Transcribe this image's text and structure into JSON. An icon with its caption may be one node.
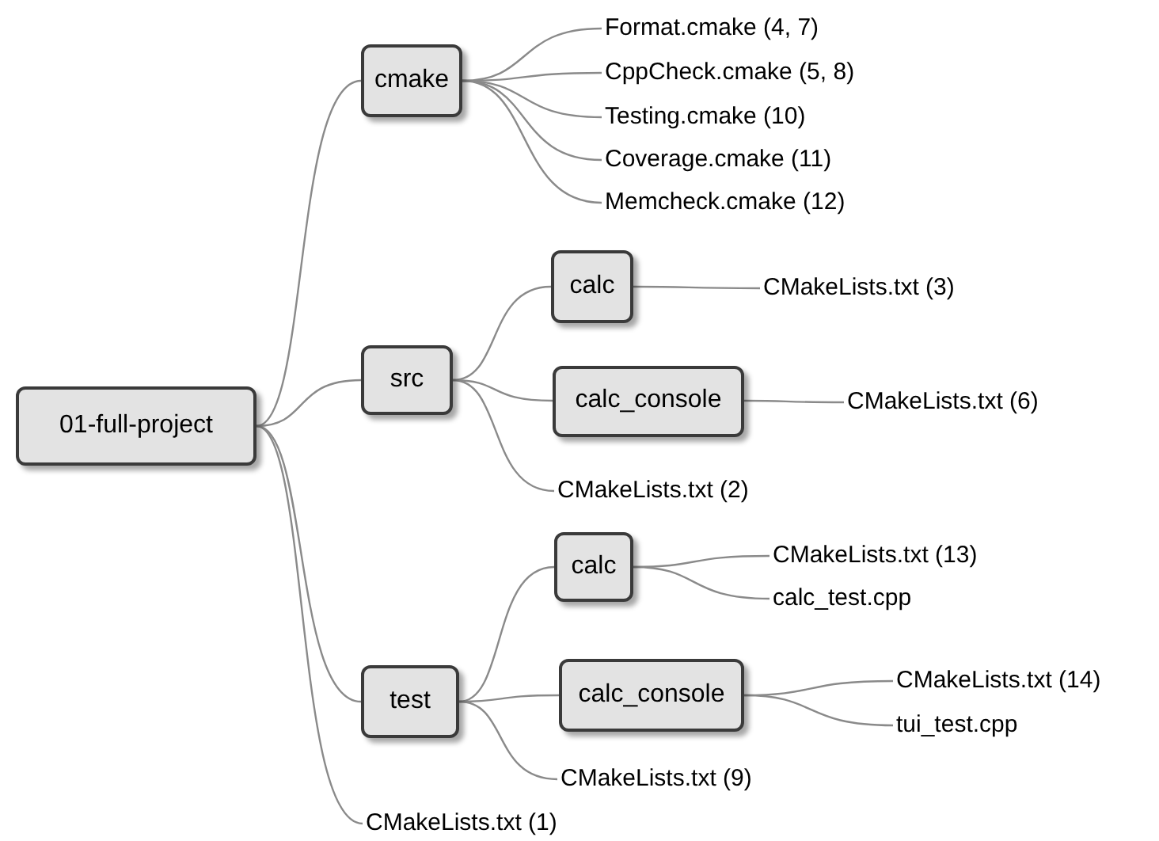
{
  "diagram": {
    "nodes": [
      {
        "text": [
          "01-full-project"
        ]
      },
      {
        "text": [
          "cmake"
        ]
      },
      {
        "text": [
          "Format.cmake (4, 7)"
        ]
      },
      {
        "text": [
          "CppCheck.cmake (5, 8)"
        ]
      },
      {
        "text": [
          "Testing.cmake (10)"
        ]
      },
      {
        "text": [
          "Coverage.cmake (11)"
        ]
      },
      {
        "text": [
          "Memcheck.cmake (12)"
        ]
      },
      {
        "text": [
          "src"
        ]
      },
      {
        "text": [
          "calc"
        ]
      },
      {
        "text": [
          "CMakeLists.txt (3)"
        ]
      },
      {
        "text": [
          "calc_console"
        ]
      },
      {
        "text": [
          "CMakeLists.txt (6)"
        ]
      },
      {
        "text": [
          "CMakeLists.txt (2)"
        ]
      },
      {
        "text": [
          "test"
        ]
      },
      {
        "text": [
          "calc"
        ]
      },
      {
        "text": [
          "CMakeLists.txt (13)"
        ]
      },
      {
        "text": [
          "calc_test.cpp"
        ]
      },
      {
        "text": [
          "calc_console"
        ]
      },
      {
        "text": [
          "CMakeLists.txt (14)"
        ]
      },
      {
        "text": [
          "tui_test.cpp"
        ]
      },
      {
        "text": [
          "CMakeLists.txt (9)"
        ]
      },
      {
        "text": [
          "CMakeLists.txt (1)"
        ]
      }
    ],
    "edges": [
      {
        "from": 0,
        "to": 1,
        "arrow": "none"
      },
      {
        "from": 1,
        "to": 2,
        "arrow": "none"
      },
      {
        "from": 1,
        "to": 3,
        "arrow": "none"
      },
      {
        "from": 1,
        "to": 4,
        "arrow": "none"
      },
      {
        "from": 1,
        "to": 5,
        "arrow": "none"
      },
      {
        "from": 1,
        "to": 6,
        "arrow": "none"
      },
      {
        "from": 0,
        "to": 7,
        "arrow": "none"
      },
      {
        "from": 7,
        "to": 8,
        "arrow": "none"
      },
      {
        "from": 8,
        "to": 9,
        "arrow": "none"
      },
      {
        "from": 7,
        "to": 10,
        "arrow": "none"
      },
      {
        "from": 10,
        "to": 11,
        "arrow": "none"
      },
      {
        "from": 7,
        "to": 12,
        "arrow": "none"
      },
      {
        "from": 0,
        "to": 13,
        "arrow": "none"
      },
      {
        "from": 13,
        "to": 14,
        "arrow": "none"
      },
      {
        "from": 14,
        "to": 15,
        "arrow": "none"
      },
      {
        "from": 14,
        "to": 16,
        "arrow": "none"
      },
      {
        "from": 13,
        "to": 17,
        "arrow": "none"
      },
      {
        "from": 17,
        "to": 18,
        "arrow": "none"
      },
      {
        "from": 17,
        "to": 19,
        "arrow": "none"
      },
      {
        "from": 13,
        "to": 20,
        "arrow": "none"
      },
      {
        "from": 0,
        "to": 21,
        "arrow": "none"
      }
    ]
  }
}
